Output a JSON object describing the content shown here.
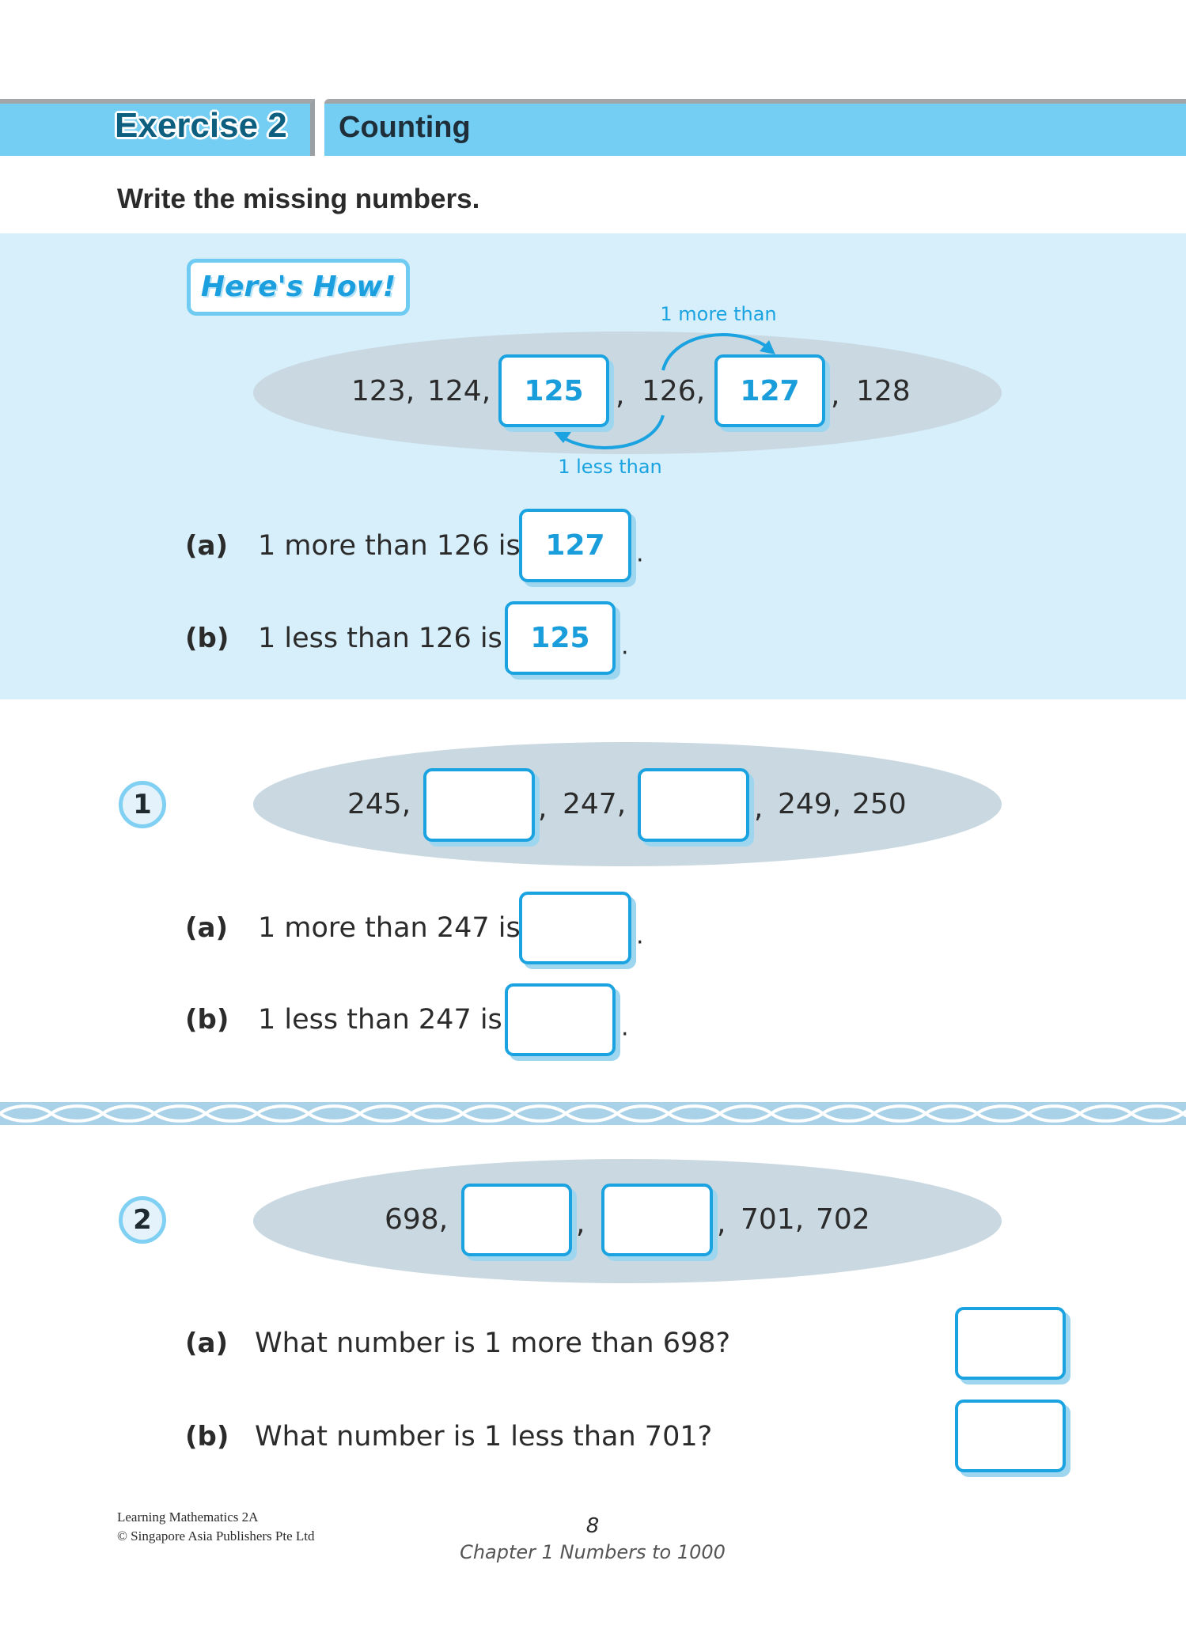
{
  "header": {
    "exercise_label": "Exercise 2",
    "topic": "Counting",
    "band_color": "#74cef3",
    "title_color": "#0d5f80"
  },
  "instruction": "Write the missing numbers.",
  "example": {
    "badge": "Here's How!",
    "sequence": {
      "n1": "123,",
      "n2": "124,",
      "box1": "125",
      "c1": ",",
      "n3": "126,",
      "box2": "127",
      "c2": ",",
      "n4": "128"
    },
    "arrow_top_label": "1 more than",
    "arrow_bottom_label": "1 less than",
    "a": {
      "label": "(a)",
      "text": "1 more than 126 is",
      "answer": "127",
      "end": "."
    },
    "b": {
      "label": "(b)",
      "text": "1 less than 126 is",
      "answer": "125",
      "end": "."
    }
  },
  "q1": {
    "number": "1",
    "sequence": {
      "n1": "245,",
      "box1": "",
      "c1": ",",
      "n2": "247,",
      "box2": "",
      "c2": ",",
      "n3": "249,",
      "n4": "250"
    },
    "a": {
      "label": "(a)",
      "text": "1 more than 247 is",
      "answer": "",
      "end": "."
    },
    "b": {
      "label": "(b)",
      "text": "1 less than 247 is",
      "answer": "",
      "end": "."
    }
  },
  "q2": {
    "number": "2",
    "sequence": {
      "n1": "698,",
      "box1": "",
      "c1": ",",
      "box2": "",
      "c2": ",",
      "n2": "701,",
      "n3": "702"
    },
    "a": {
      "label": "(a)",
      "text": "What number is 1 more than 698?",
      "answer": ""
    },
    "b": {
      "label": "(b)",
      "text": "What number is 1 less than 701?",
      "answer": ""
    }
  },
  "footer": {
    "book": "Learning Mathematics 2A",
    "copyright": "© Singapore Asia Publishers Pte Ltd",
    "page_number": "8",
    "chapter": "Chapter 1  Numbers to 1000"
  },
  "colors": {
    "answer_box_border": "#1aa3e0",
    "answer_text": "#1a9ddb",
    "example_band": "#d6effb",
    "ellipse": "#c9d8e1"
  }
}
